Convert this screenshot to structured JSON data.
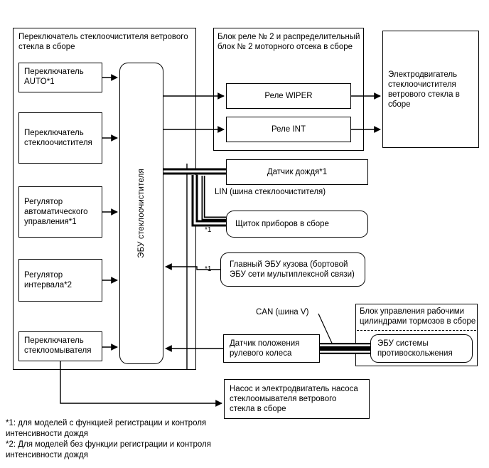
{
  "diagram": {
    "title_wiper_switch_group": "Переключатель стеклоочистителя ветрового стекла в сборе",
    "title_relay_group": "Блок реле № 2 и распределительный блок № 2 моторного отсека в сборе",
    "title_brake_group": "Блок управления рабочими цилиндрами тормозов в сборе"
  },
  "boxes": {
    "auto_switch": "Переключатель AUTO*1",
    "wiper_switch": "Переключатель стеклоочистителя",
    "auto_control_regulator": "Регулятор автоматического управления*1",
    "interval_regulator": "Регулятор интервала*2",
    "washer_switch": "Переключатель стеклоомывателя",
    "wiper_ecu": "ЭБУ стеклоочистителя",
    "relay_wiper": "Реле WIPER",
    "relay_int": "Реле INT",
    "wiper_motor": "Электродвигатель стеклоочистителя ветрового стекла в сборе",
    "rain_sensor": "Датчик дождя*1",
    "combination_meter": "Щиток приборов в сборе",
    "main_body_ecu": "Главный ЭБУ кузова (бортовой ЭБУ сети мультиплексной связи)",
    "steering_angle_sensor": "Датчик положения рулевого колеса",
    "skid_control_ecu": "ЭБУ системы противоскольжения",
    "washer_pump": "Насос и электродвигатель насоса стеклоомывателя ветрового стекла в сборе"
  },
  "bus_labels": {
    "lin": "LIN (шина стеклоочистителя)",
    "can": "CAN (шина V)"
  },
  "footnote_marks": {
    "mark1": "*1",
    "mark2": "*1",
    "mark3": "*1"
  },
  "footnotes": {
    "note1": "*1: для моделей с функцией регистрации и контроля интенсивности дождя",
    "note2": "*2: Для моделей без функции регистрации и контроля интенсивности дождя"
  },
  "colors": {
    "line": "#000000",
    "background": "#ffffff"
  }
}
